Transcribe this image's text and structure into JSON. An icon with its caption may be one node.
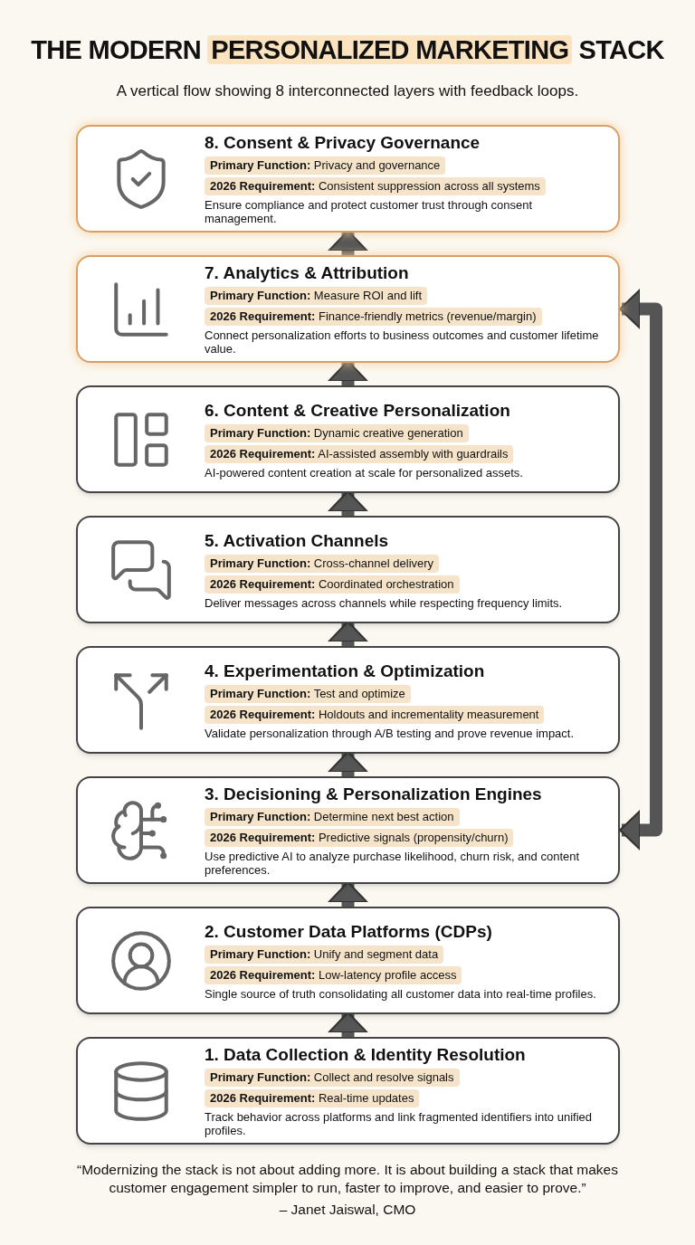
{
  "diagram": {
    "title": "THE MODERN **PERSONALIZED MARKETING** STACK",
    "caption": "“Modernizing the stack is not about adding more. It is about building a stack that makes customer engagement simpler to run, faster to improve, and easier to prove.”",
    "nodes": [
      {
        "text": [
          "8. Consent & Privacy Governance",
          "**Primary Function:** Privacy and governance",
          "**2026 Requirement:** Consistent suppression across all systems",
          "Ensure compliance and protect customer trust through consent management."
        ]
      },
      {
        "text": [
          "7. Analytics & Attribution",
          "**Primary Function:** Measure ROI and lift",
          "**2026 Requirement:** Finance-friendly metrics (revenue/margin)",
          "Connect personalization efforts to business outcomes and customer lifetime value."
        ]
      },
      {
        "text": [
          "6. Content & Creative Personalization",
          "**Primary Function:** Dynamic creative generation",
          "**2026 Requirement:** AI-assisted assembly with guardrails",
          "AI-powered content creation at scale for personalized assets."
        ]
      },
      {
        "text": [
          "5. Activation Channels",
          "**Primary Function:** Cross-channel delivery",
          "**2026 Requirement:** Coordinated orchestration",
          "Deliver messages across channels while respecting frequency limits."
        ]
      },
      {
        "text": [
          "4. Experimentation & Optimization",
          "**Primary Function:** Test and optimize",
          "**2026 Requirement:** Holdouts and incrementality measurement",
          "Validate personalization through A/B testing and prove revenue impact."
        ]
      },
      {
        "text": [
          "3. Decisioning & Personalization Engines",
          "**Primary Function:** Determine next best action",
          "**2026 Requirement:** Predictive signals (propensity/churn)",
          "Use predictive AI to analyze purchase likelihood, churn risk, and content preferences."
        ]
      },
      {
        "text": [
          "2. Customer Data Platforms (CDPs)",
          "**Primary Function:** Unify and segment data",
          "**2026 Requirement:** Low-latency profile access",
          "Single source of truth consolidating all customer data into real-time profiles."
        ]
      },
      {
        "text": [
          "1. Data Collection & Identity Resolution",
          "**Primary Function:** Collect and resolve signals",
          "**2026 Requirement:** Real-time updates",
          "Track behavior across platforms and link fragmented identifiers into unified profiles."
        ]
      }
    ],
    "edges": [
      {
        "from": 7,
        "to": 6,
        "arrow": "to"
      },
      {
        "from": 6,
        "to": 5,
        "arrow": "to"
      },
      {
        "from": 5,
        "to": 4,
        "arrow": "to"
      },
      {
        "from": 4,
        "to": 3,
        "arrow": "to"
      },
      {
        "from": 3,
        "to": 2,
        "arrow": "to"
      },
      {
        "from": 2,
        "to": 1,
        "arrow": "to"
      },
      {
        "from": 1,
        "to": 0,
        "arrow": "to"
      },
      {
        "from": 5,
        "to": 1,
        "arrow": "both"
      }
    ],
    "labels": [
      "A vertical flow showing 8 interconnected layers with feedback loops.",
      "– Janet Jaiswal, CMO"
    ]
  }
}
